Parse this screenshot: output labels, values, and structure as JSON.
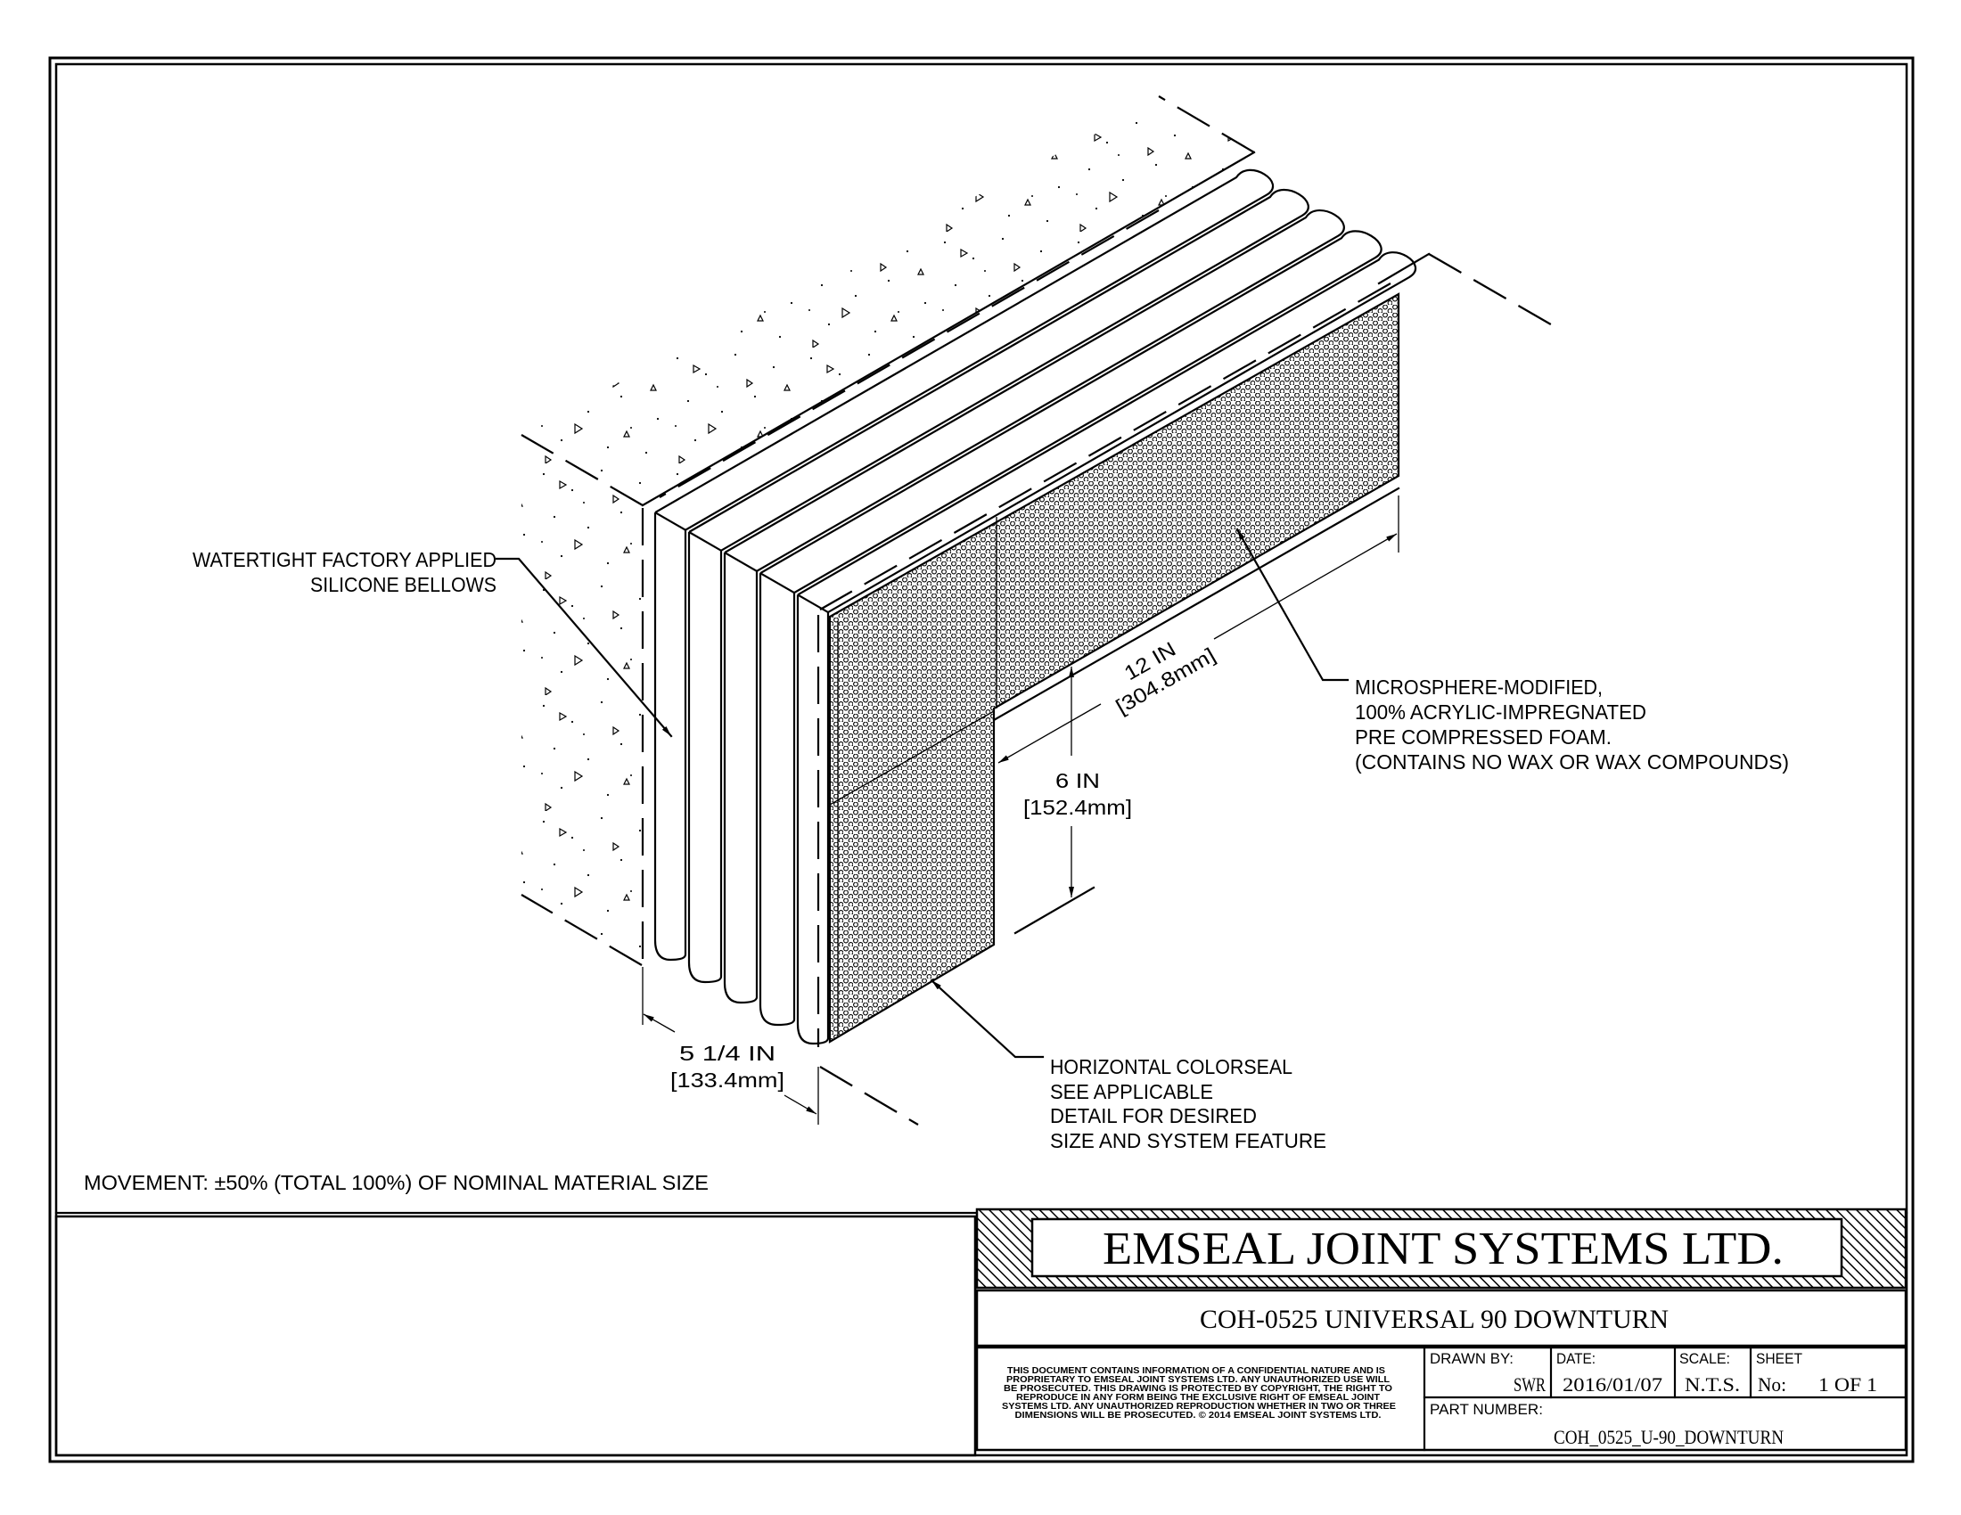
{
  "notes": {
    "bellows": {
      "lines": [
        "WATERTIGHT FACTORY APPLIED",
        "SILICONE BELLOWS"
      ]
    },
    "foam": {
      "lines": [
        "MICROSPHERE-MODIFIED,",
        "100% ACRYLIC-IMPREGNATED",
        "PRE COMPRESSED FOAM.",
        "(CONTAINS NO WAX OR WAX COMPOUNDS)"
      ]
    },
    "colorseal": {
      "lines": [
        "HORIZONTAL COLORSEAL",
        "SEE APPLICABLE",
        "DETAIL FOR DESIRED",
        "SIZE AND SYSTEM FEATURE"
      ]
    },
    "movement": "MOVEMENT: ±50% (TOTAL 100%) OF NOMINAL MATERIAL SIZE"
  },
  "dimensions": {
    "width": {
      "imperial": "5 1/4 IN",
      "metric": "[133.4mm]"
    },
    "height": {
      "imperial": "6 IN",
      "metric": "[152.4mm]"
    },
    "length": {
      "imperial": "12 IN",
      "metric": "[304.8mm]"
    }
  },
  "title_block": {
    "company": "EMSEAL JOINT SYSTEMS LTD.",
    "drawing_title": "COH-0525 UNIVERSAL 90 DOWNTURN",
    "confidential_lines": [
      "THIS DOCUMENT CONTAINS INFORMATION OF A CONFIDENTIAL NATURE AND IS",
      "PROPRIETARY TO EMSEAL JOINT SYSTEMS LTD. ANY UNAUTHORIZED USE WILL",
      "BE PROSECUTED. THIS DRAWING IS PROTECTED BY COPYRIGHT, THE RIGHT TO",
      "REPRODUCE IN ANY FORM BEING THE EXCLUSIVE RIGHT OF EMSEAL JOINT",
      "SYSTEMS LTD. ANY UNAUTHORIZED REPRODUCTION WHETHER IN TWO OR THREE",
      "DIMENSIONS WILL BE PROSECUTED. © 2014 EMSEAL JOINT SYSTEMS LTD."
    ],
    "drawn_by_label": "DRAWN BY:",
    "drawn_by": "SWR",
    "date_label": "DATE:",
    "date": "2016/01/07",
    "scale_label": "SCALE:",
    "scale": "N.T.S.",
    "sheet_label": "SHEET",
    "sheet_no_label": "No:",
    "sheet": "1 OF 1",
    "part_number_label": "PART NUMBER:",
    "part_number": "COH_0525_U-90_DOWNTURN"
  }
}
